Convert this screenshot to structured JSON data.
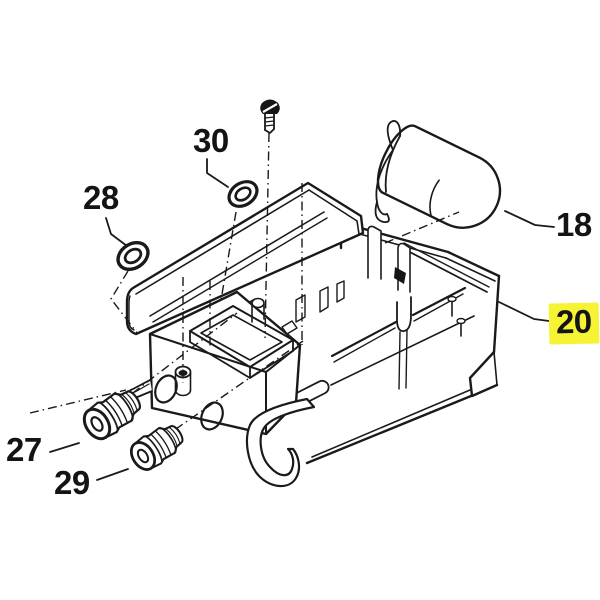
{
  "diagram": {
    "background_color": "#ffffff",
    "line_color": "#1a1a1a",
    "highlight_color": "#f6f335",
    "callouts": [
      {
        "label": "30",
        "highlighted": false
      },
      {
        "label": "28",
        "highlighted": false
      },
      {
        "label": "18",
        "highlighted": false
      },
      {
        "label": "20",
        "highlighted": true
      },
      {
        "label": "27",
        "highlighted": false
      },
      {
        "label": "29",
        "highlighted": false
      }
    ]
  }
}
